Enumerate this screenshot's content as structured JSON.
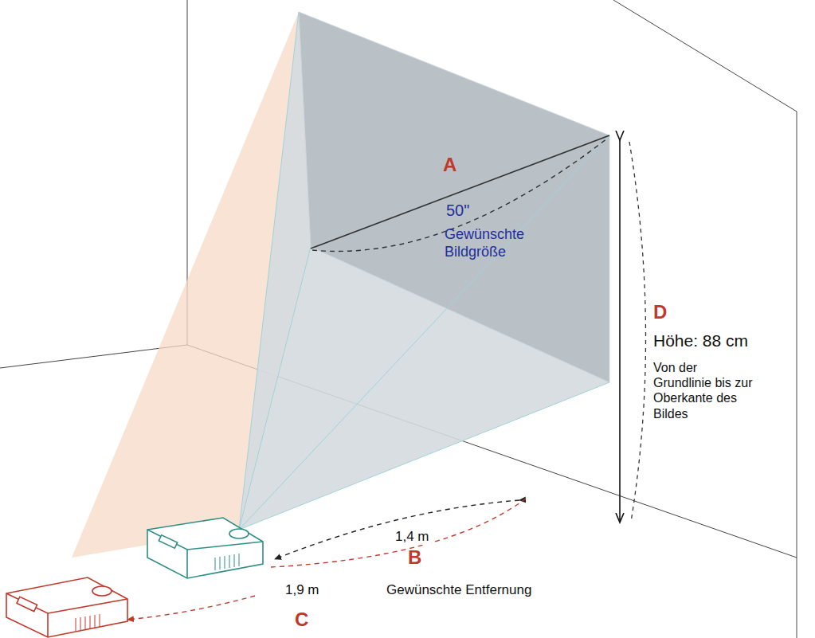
{
  "diagram": {
    "labels": [
      "A",
      "50\"",
      "Gewünschte Bildgröße",
      "D",
      "Höhe: 88 cm",
      "Von der Grundlinie bis zur Oberkante des Bildes",
      "1,4 m",
      "B",
      "1,9 m",
      "Gewünschte Entfernung",
      "C"
    ]
  }
}
